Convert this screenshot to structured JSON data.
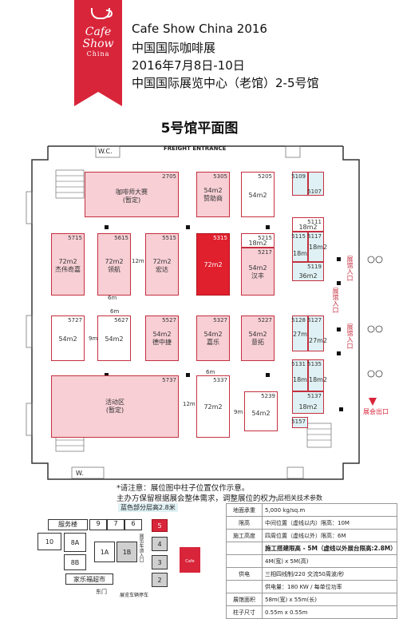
{
  "header": {
    "logo_line1": "Cafe",
    "logo_line2": "Show",
    "logo_line3": "China",
    "line1": "Cafe Show China 2016",
    "line2": "中国国际咖啡展",
    "line3": "2016年7月8日-10日",
    "line4": "中国国际展览中心（老馆）2-5号馆"
  },
  "title": "5号馆平面图",
  "gates": {
    "wc": "W.C.",
    "freight": "FREIGHT ENTRANCE",
    "entry1": "展馆入口",
    "entry2": "展馆入口",
    "entry3": "展馆入口",
    "exit": "展会出口",
    "w_bottom": "W."
  },
  "booths": [
    {
      "id": "2705",
      "size": "咖啡师大赛",
      "name": "(暂定)"
    },
    {
      "id": "5305",
      "size": "54m2",
      "name": "赞助商"
    },
    {
      "id": "5205",
      "size": "54m2",
      "name": ""
    },
    {
      "id": "5715",
      "size": "72m2",
      "name": "杰伟奇嘉"
    },
    {
      "id": "5615",
      "size": "72m2",
      "name": "领航"
    },
    {
      "id": "5515",
      "size": "72m2",
      "name": "宏达"
    },
    {
      "id": "5315",
      "size": "72m2",
      "name": ""
    },
    {
      "id": "5215",
      "size": "18m2",
      "name": ""
    },
    {
      "id": "5217",
      "size": "54m2",
      "name": "汉丰"
    },
    {
      "id": "5727",
      "size": "54m2",
      "name": ""
    },
    {
      "id": "5627",
      "size": "54m2",
      "name": ""
    },
    {
      "id": "5527",
      "size": "54m2",
      "name": "德中捷"
    },
    {
      "id": "5327",
      "size": "54m2",
      "name": "嘉乐"
    },
    {
      "id": "5227",
      "size": "54m2",
      "name": "意拓"
    },
    {
      "id": "5737",
      "size": "活动区",
      "name": "(暂定)"
    },
    {
      "id": "5337",
      "size": "72m2",
      "name": ""
    },
    {
      "id": "5239",
      "size": "54m2",
      "name": ""
    },
    {
      "id": "5111",
      "size": "18m2",
      "name": ""
    },
    {
      "id": "5119",
      "size": "36m2",
      "name": ""
    },
    {
      "id": "5157",
      "size": "",
      "name": ""
    }
  ],
  "blue_booths": [
    {
      "id": "5109",
      "size": ""
    },
    {
      "id": "5107",
      "size": ""
    },
    {
      "id": "5115",
      "size": "18m2"
    },
    {
      "id": "5117",
      "size": "18m2"
    },
    {
      "id": "5128",
      "size": "27m2"
    },
    {
      "id": "5127",
      "size": "27m2"
    },
    {
      "id": "5131",
      "size": "18m2"
    },
    {
      "id": "5135",
      "size": "18m2"
    },
    {
      "id": "5137",
      "size": "18m2"
    }
  ],
  "aisles": {
    "a1": "12m",
    "a2": "6m",
    "a3": "6m",
    "a4": "9m",
    "a5": "6m",
    "a6": "12m",
    "a7": "9m"
  },
  "notes": {
    "n1": "*请注意：展位图中柱子位置仅作示意。",
    "n2": "主办方保留根据展会整体需求，调整展位的权力。",
    "n3": "蓝色部分层高2.8米"
  },
  "mini_map": {
    "service": "服务楼",
    "h9": "9",
    "h7": "7",
    "h6": "6",
    "h10": "10",
    "h8a": "8A",
    "h8b": "8B",
    "h1a": "1A",
    "h1b": "1B",
    "h5": "5",
    "h4": "4",
    "h3": "3",
    "h2": "2",
    "supermarket": "家乐福超市",
    "east_gate": "东门",
    "gate_road": "展览车道入口",
    "parking": "展览车辆停车"
  },
  "tech_table": {
    "heading": "一层相关技术参数",
    "rows": [
      {
        "k": "地面承重",
        "v": "5,000 kg/sq.m"
      },
      {
        "k": "限高",
        "v": "中间位置（虚线以内）限高：10M"
      },
      {
        "k": "施工高度",
        "v": "四周位置（虚线以外）限高：6M"
      },
      {
        "k": "",
        "v": "施工搭建限高 - 5M（虚线以外展台限高:2.8M）"
      },
      {
        "k": "",
        "v": "4M(宽) x 5M(高)"
      },
      {
        "k": "供电",
        "v": "三相四线制/220 交流50周波/秒"
      },
      {
        "k": "",
        "v": "供电量：180 KW / 每单位功率"
      },
      {
        "k": "展馆面积",
        "v": "58m(宽) x 55m(长)"
      },
      {
        "k": "柱子尺寸",
        "v": "0.55m x 0.55m"
      }
    ]
  },
  "colors": {
    "accent": "#d8253a",
    "booth_pink": "#f7cfd5",
    "booth_red": "#e0202d",
    "booth_blue": "#dff1f4"
  }
}
